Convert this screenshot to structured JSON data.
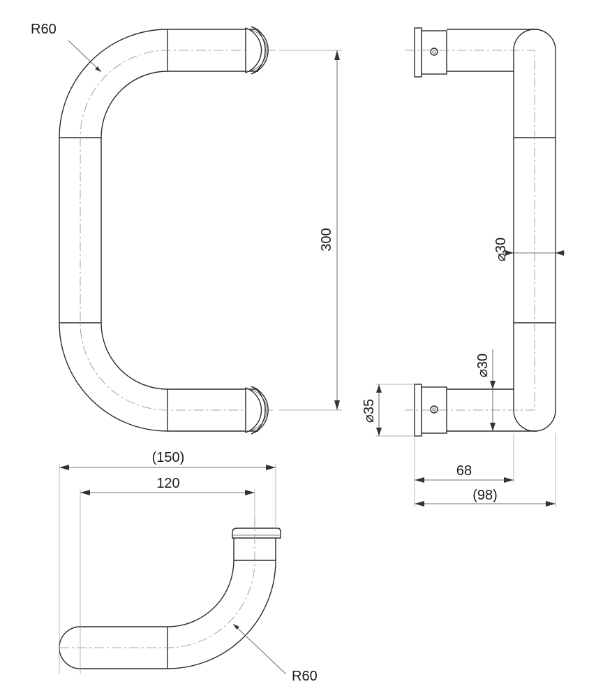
{
  "dimensions": {
    "radius_top": "R60",
    "radius_bottom": "R60",
    "length": "300",
    "diameter_tube_side": "⌀30",
    "diameter_tube_foot": "⌀30",
    "diameter_flange": "⌀35",
    "projection": "68",
    "projection_total": "(98)",
    "span_total": "(150)",
    "span_inner": "120"
  }
}
